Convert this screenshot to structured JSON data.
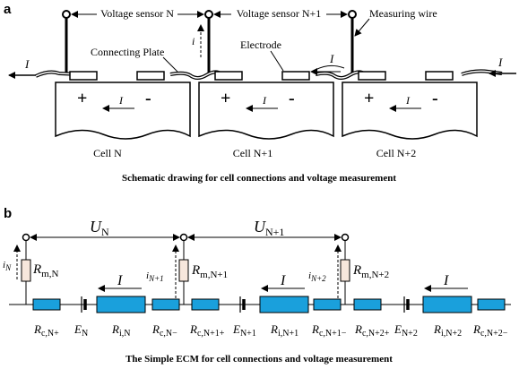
{
  "panel_a": {
    "label": "a",
    "voltage_sensor_n": "Voltage sensor N",
    "voltage_sensor_n1": "Voltage sensor N+1",
    "measuring_wire": "Measuring wire",
    "connecting_plate": "Connecting Plate",
    "electrode": "Electrode",
    "current_i_small": "i",
    "current_I": "I",
    "plus": "+",
    "minus": "-",
    "cells": [
      "Cell N",
      "Cell N+1",
      "Cell N+2"
    ],
    "caption": "Schematic drawing for cell connections and voltage measurement"
  },
  "panel_b": {
    "label": "b",
    "voltage_U": "U",
    "sub_N": "N",
    "sub_N1": "N+1",
    "current_I": "I",
    "iN": "i",
    "iN_sub": "N",
    "iN1_sub": "N+1",
    "iN2_sub": "N+2",
    "R": "R",
    "Rm_N_sub": "m,N",
    "Rm_N1_sub": "m,N+1",
    "Rm_N2_sub": "m,N+2",
    "bottom_labels": {
      "Rc_N_plus": "c,N+",
      "E_N": "N",
      "Ri_N": "i,N",
      "Rc_N_minus": "c,N−",
      "Rc_N1_plus": "c,N+1+",
      "E_N1": "N+1",
      "Ri_N1": "i,N+1",
      "Rc_N1_minus": "c,N+1−",
      "Rc_N2_plus": "c,N+2+",
      "E_N2": "N+2",
      "Ri_N2": "i,N+2",
      "Rc_N2_minus": "c,N+2−"
    },
    "E": "E",
    "caption": "The Simple ECM for cell connections and voltage measurement"
  },
  "colors": {
    "resistor_fill": "#1aa0dc",
    "measure_resistor_fill": "#f7e7dc",
    "line": "#000000"
  }
}
